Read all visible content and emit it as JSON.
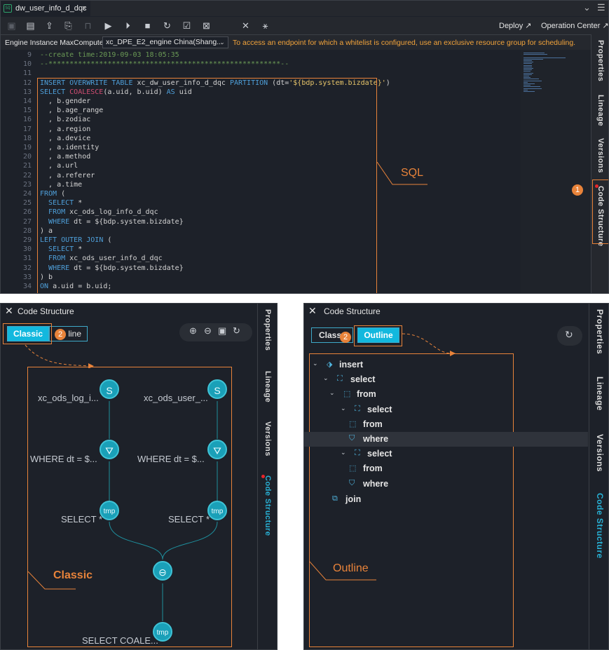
{
  "tab": {
    "file_icon": "SQ",
    "title": "dw_user_info_d_dqc",
    "close": "×",
    "right_icons": [
      "chevron-down-circle-icon",
      "hamburger-menu-icon"
    ]
  },
  "toolbar": {
    "icons": [
      "save-icon",
      "save-all-icon",
      "submit-icon",
      "steal-lock-icon",
      "lock-icon",
      "run-icon",
      "run-with-params-icon",
      "stop-icon",
      "refresh-icon",
      "format-icon",
      "check-icon",
      "tools-icon",
      "share-icon"
    ],
    "deploy": "Deploy",
    "operation_center": "Operation Center"
  },
  "engine": {
    "label": "Engine Instance MaxCompute:",
    "selected": "xc_DPE_E2_engine China(Shang...",
    "warning": "To access an endpoint for which a whitelist is configured, use an exclusive resource group for scheduling."
  },
  "code_lines": [
    {
      "n": "9",
      "t": "--create time:2019-09-03 18:05:35"
    },
    {
      "n": "10",
      "t": "--*******************************************************--"
    },
    {
      "n": "11",
      "t": ""
    },
    {
      "n": "12",
      "t": "INSERT OVERWRITE TABLE xc_dw_user_info_d_dqc PARTITION (dt='${bdp.system.bizdate}')"
    },
    {
      "n": "13",
      "t": "SELECT COALESCE(a.uid, b.uid) AS uid"
    },
    {
      "n": "14",
      "t": "  , b.gender"
    },
    {
      "n": "15",
      "t": "  , b.age_range"
    },
    {
      "n": "16",
      "t": "  , b.zodiac"
    },
    {
      "n": "17",
      "t": "  , a.region"
    },
    {
      "n": "18",
      "t": "  , a.device"
    },
    {
      "n": "19",
      "t": "  , a.identity"
    },
    {
      "n": "20",
      "t": "  , a.method"
    },
    {
      "n": "21",
      "t": "  , a.url"
    },
    {
      "n": "22",
      "t": "  , a.referer"
    },
    {
      "n": "23",
      "t": "  , a.time"
    },
    {
      "n": "24",
      "t": "FROM ("
    },
    {
      "n": "25",
      "t": "  SELECT *"
    },
    {
      "n": "26",
      "t": "  FROM xc_ods_log_info_d_dqc"
    },
    {
      "n": "27",
      "t": "  WHERE dt = ${bdp.system.bizdate}"
    },
    {
      "n": "28",
      "t": ") a"
    },
    {
      "n": "29",
      "t": "LEFT OUTER JOIN ("
    },
    {
      "n": "30",
      "t": "  SELECT *"
    },
    {
      "n": "31",
      "t": "  FROM xc_ods_user_info_d_dqc"
    },
    {
      "n": "32",
      "t": "  WHERE dt = ${bdp.system.bizdate}"
    },
    {
      "n": "33",
      "t": ") b"
    },
    {
      "n": "34",
      "t": "ON a.uid = b.uid;"
    }
  ],
  "side_tabs": [
    "Properties",
    "Lineage",
    "Versions",
    "Code Structure"
  ],
  "annotations": {
    "sql": "SQL",
    "classic": "Classic",
    "outline": "Outline",
    "badge1": "1",
    "badge2": "2"
  },
  "panel": {
    "title": "Code Structure",
    "classic": "Classic",
    "outline": "Outline",
    "classic_partial": "Class",
    "outline_partial": "line"
  },
  "graph": {
    "s_label": "S",
    "tmp_label": "tmp",
    "left_source": "xc_ods_log_i...",
    "right_source": "xc_ods_user_...",
    "left_filter": "WHERE dt = $...",
    "right_filter": "WHERE dt = $...",
    "left_select": "SELECT *",
    "right_select": "SELECT *",
    "final_select": "SELECT COALE..."
  },
  "outline_tree": [
    {
      "label": "insert",
      "icon": "tag-icon",
      "caret": true
    },
    {
      "label": "select",
      "icon": "select-icon",
      "caret": true
    },
    {
      "label": "from",
      "icon": "from-icon",
      "caret": true
    },
    {
      "label": "select",
      "icon": "select-icon",
      "caret": true
    },
    {
      "label": "from",
      "icon": "from-icon",
      "caret": false
    },
    {
      "label": "where",
      "icon": "filter-icon",
      "caret": false
    },
    {
      "label": "select",
      "icon": "select-icon",
      "caret": true
    },
    {
      "label": "from",
      "icon": "from-icon",
      "caret": false
    },
    {
      "label": "where",
      "icon": "filter-icon",
      "caret": false
    },
    {
      "label": "join",
      "icon": "join-icon",
      "caret": false
    }
  ]
}
